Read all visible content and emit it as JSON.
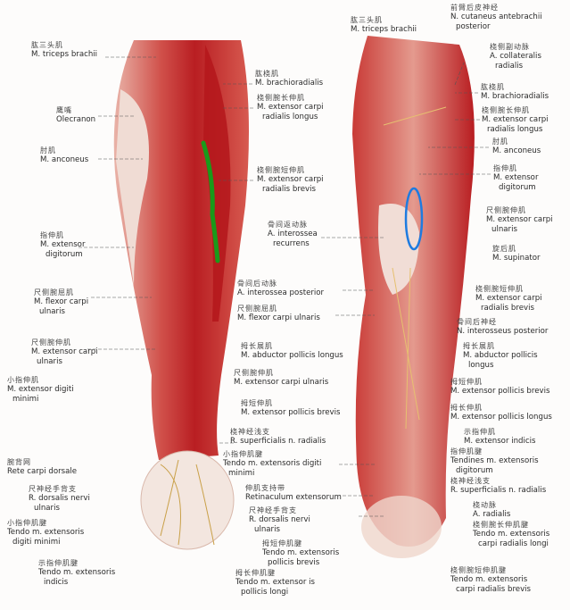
{
  "colors": {
    "muscle": "#c8282a",
    "muscle_light": "#e7a39a",
    "tendon": "#f1e6df",
    "annotation_line": "#1a9a1a",
    "annotation_ellipse": "#1e7be0"
  },
  "labels": [
    {
      "zh": "肱三头肌",
      "en": [
        "M. triceps brachii"
      ]
    },
    {
      "zh": "鹰嘴",
      "en": [
        "Olecranon"
      ]
    },
    {
      "zh": "肘肌",
      "en": [
        "M. anconeus"
      ]
    },
    {
      "zh": "指伸肌",
      "en": [
        "M. extensor",
        "digitorum"
      ]
    },
    {
      "zh": "尺侧腕屈肌",
      "en": [
        "M. flexor carpi",
        "ulnaris"
      ]
    },
    {
      "zh": "尺侧腕伸肌",
      "en": [
        "M. extensor carpi",
        "ulnaris"
      ]
    },
    {
      "zh": "小指伸肌",
      "en": [
        "M. extensor digiti",
        "minimi"
      ]
    },
    {
      "zh": "腕背网",
      "en": [
        "Rete carpi dorsale"
      ]
    },
    {
      "zh": "尺神经手背支",
      "en": [
        "R. dorsalis nervi",
        "ulnaris"
      ]
    },
    {
      "zh": "小指伸肌腱",
      "en": [
        "Tendo m. extensoris",
        "digiti minimi"
      ]
    },
    {
      "zh": "示指伸肌腱",
      "en": [
        "Tendo m. extensoris",
        "indicis"
      ]
    },
    {
      "zh": "肱桡肌",
      "en": [
        "M. brachioradialis"
      ]
    },
    {
      "zh": "桡侧腕长伸肌",
      "en": [
        "M. extensor carpi",
        "radialis longus"
      ]
    },
    {
      "zh": "桡侧腕短伸肌",
      "en": [
        "M. extensor carpi",
        "radialis brevis"
      ]
    },
    {
      "zh": "骨间返动脉",
      "en": [
        "A. interossea",
        "recurrens"
      ]
    },
    {
      "zh": "骨间后动脉",
      "en": [
        "A. interossea posterior"
      ]
    },
    {
      "zh": "尺侧腕屈肌",
      "en": [
        "M. flexor carpi ulnaris"
      ]
    },
    {
      "zh": "拇长展肌",
      "en": [
        "M. abductor pollicis longus"
      ]
    },
    {
      "zh": "尺侧腕伸肌",
      "en": [
        "M. extensor carpi ulnaris"
      ]
    },
    {
      "zh": "拇短伸肌",
      "en": [
        "M. extensor pollicis brevis"
      ]
    },
    {
      "zh": "桡神经浅支",
      "en": [
        "R. superficialis n. radialis"
      ]
    },
    {
      "zh": "小指伸肌腱",
      "en": [
        "Tendo m. extensoris digiti",
        "minimi"
      ]
    },
    {
      "zh": "伸肌支持带",
      "en": [
        "Retinaculum extensorum"
      ]
    },
    {
      "zh": "尺神经手背支",
      "en": [
        "R. dorsalis nervi",
        "ulnaris"
      ]
    },
    {
      "zh": "拇短伸肌腱",
      "en": [
        "Tendo m. extensoris",
        "pollicis brevis"
      ]
    },
    {
      "zh": "拇长伸肌腱",
      "en": [
        "Tendo m. extensor is",
        "pollicis longi"
      ]
    },
    {
      "zh": "肱三头肌",
      "en": [
        "M. triceps brachii"
      ]
    },
    {
      "zh": "前臂后皮神经",
      "en": [
        "N. cutaneus antebrachii",
        "posterior"
      ]
    },
    {
      "zh": "桡侧副动脉",
      "en": [
        "A. collateralis",
        "radialis"
      ]
    },
    {
      "zh": "肱桡肌",
      "en": [
        "M. brachioradialis"
      ]
    },
    {
      "zh": "桡侧腕长伸肌",
      "en": [
        "M. extensor carpi",
        "radialis longus"
      ]
    },
    {
      "zh": "肘肌",
      "en": [
        "M. anconeus"
      ]
    },
    {
      "zh": "指伸肌",
      "en": [
        "M. extensor",
        "digitorum"
      ]
    },
    {
      "zh": "尺侧腕伸肌",
      "en": [
        "M. extensor carpi",
        "ulnaris"
      ]
    },
    {
      "zh": "旋后肌",
      "en": [
        "M. supinator"
      ]
    },
    {
      "zh": "桡侧腕短伸肌",
      "en": [
        "M. extensor carpi",
        "radialis brevis"
      ]
    },
    {
      "zh": "骨间后神经",
      "en": [
        "N. interosseus posterior"
      ]
    },
    {
      "zh": "拇长展肌",
      "en": [
        "M. abductor pollicis",
        "longus"
      ]
    },
    {
      "zh": "拇短伸肌",
      "en": [
        "M. extensor pollicis brevis"
      ]
    },
    {
      "zh": "拇长伸肌",
      "en": [
        "M. extensor pollicis longus"
      ]
    },
    {
      "zh": "示指伸肌",
      "en": [
        "M. extensor indicis"
      ]
    },
    {
      "zh": "指伸肌腱",
      "en": [
        "Tendines m. extensoris",
        "digitorum"
      ]
    },
    {
      "zh": "桡神经浅支",
      "en": [
        "R. superficialis n. radialis"
      ]
    },
    {
      "zh": "桡动脉",
      "en": [
        "A. radialis"
      ]
    },
    {
      "zh": "桡侧腕长伸肌腱",
      "en": [
        "Tendo m. extensoris",
        "carpi radialis longi"
      ]
    },
    {
      "zh": "桡侧腕短伸肌腱",
      "en": [
        "Tendo m. extensoris",
        "carpi radialis brevis"
      ]
    }
  ]
}
